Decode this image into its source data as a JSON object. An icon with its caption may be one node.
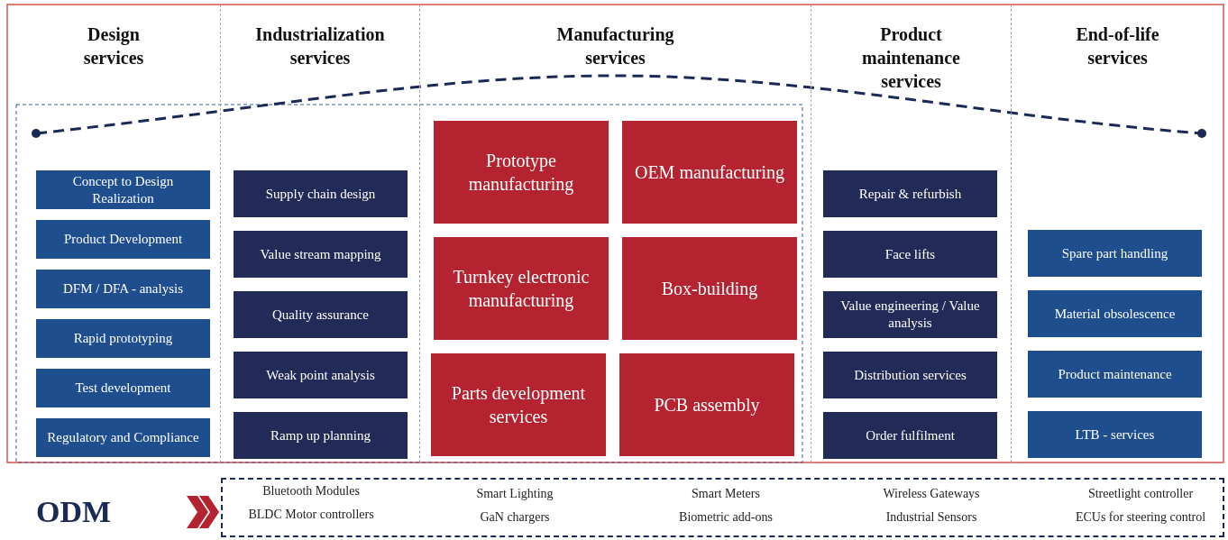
{
  "diagram": {
    "nodes": [
      {
        "text": [
          "Design services"
        ]
      },
      {
        "text": [
          "Concept to Design Realization"
        ],
        "in": 0
      },
      {
        "text": [
          "Product Development"
        ],
        "in": 0
      },
      {
        "text": [
          "DFM / DFA - analysis"
        ],
        "in": 0
      },
      {
        "text": [
          "Rapid prototyping"
        ],
        "in": 0
      },
      {
        "text": [
          "Test development"
        ],
        "in": 0
      },
      {
        "text": [
          "Regulatory and Compliance"
        ],
        "in": 0
      },
      {
        "text": [
          "Industrialization services"
        ]
      },
      {
        "text": [
          "Supply chain design"
        ],
        "in": 7
      },
      {
        "text": [
          "Value stream mapping"
        ],
        "in": 7
      },
      {
        "text": [
          "Quality assurance"
        ],
        "in": 7
      },
      {
        "text": [
          "Weak point analysis"
        ],
        "in": 7
      },
      {
        "text": [
          "Ramp up planning"
        ],
        "in": 7
      },
      {
        "text": [
          "Manufacturing services"
        ]
      },
      {
        "text": [
          "Prototype manufacturing"
        ],
        "in": 13
      },
      {
        "text": [
          "OEM manufacturing"
        ],
        "in": 13
      },
      {
        "text": [
          "Turnkey electronic manufacturing"
        ],
        "in": 13
      },
      {
        "text": [
          "Box-building"
        ],
        "in": 13
      },
      {
        "text": [
          "Parts development services"
        ],
        "in": 13
      },
      {
        "text": [
          "PCB assembly"
        ],
        "in": 13
      },
      {
        "text": [
          "Product maintenance services"
        ]
      },
      {
        "text": [
          "Repair & refurbish"
        ],
        "in": 20
      },
      {
        "text": [
          "Face lifts"
        ],
        "in": 20
      },
      {
        "text": [
          "Value engineering / Value analysis"
        ],
        "in": 20
      },
      {
        "text": [
          "Distribution services"
        ],
        "in": 20
      },
      {
        "text": [
          "Order fulfilment"
        ],
        "in": 20
      },
      {
        "text": [
          "End-of-life services"
        ]
      },
      {
        "text": [
          "Spare part handling"
        ],
        "in": 26
      },
      {
        "text": [
          "Material obsolescence"
        ],
        "in": 26
      },
      {
        "text": [
          "Product maintenance"
        ],
        "in": 26
      },
      {
        "text": [
          "LTB - services"
        ],
        "in": 26
      },
      {
        "text": [
          "ODM"
        ]
      },
      {
        "text": [
          "Bluetooth Modules",
          "BLDC Motor controllers",
          "Smart Lighting",
          "GaN chargers",
          "Smart Meters",
          "Biometric add-ons",
          "Wireless Gateways",
          "Industrial Sensors",
          "Streetlight controller",
          "ECUs for steering control"
        ]
      }
    ],
    "edges": [
      {
        "from": 31,
        "to": 32,
        "arrow": "to"
      }
    ]
  }
}
